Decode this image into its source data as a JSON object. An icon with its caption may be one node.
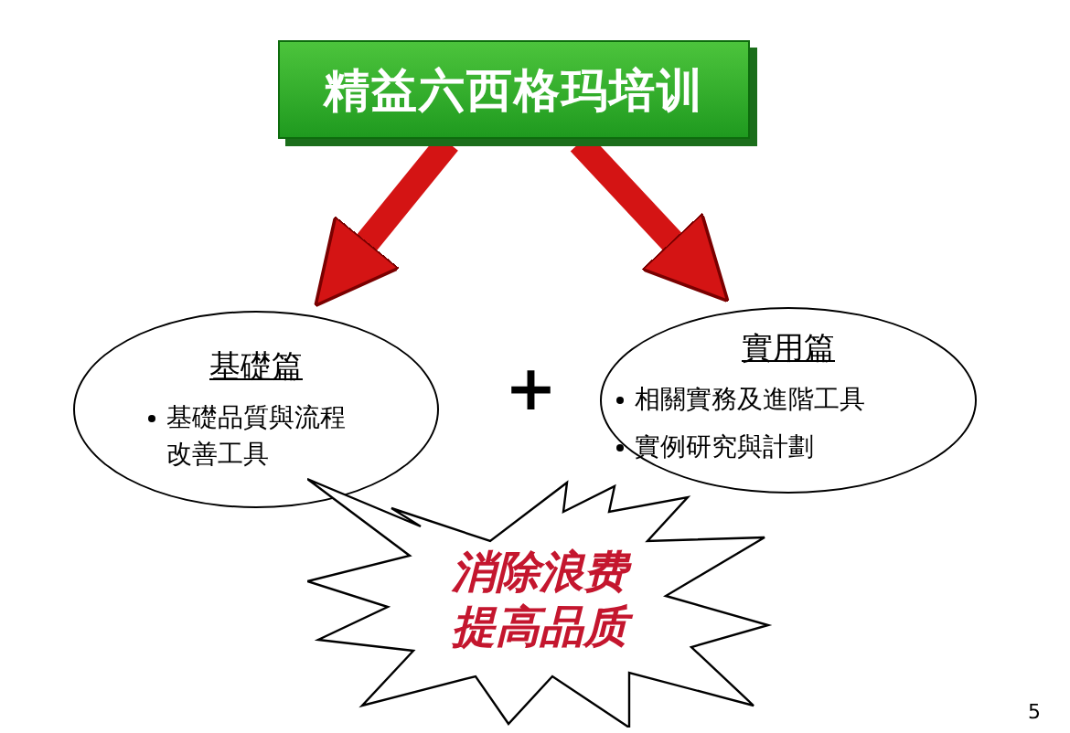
{
  "diagram": {
    "nodes": [
      {
        "text": [
          "精益六西格玛培训"
        ]
      },
      {
        "text": [
          "基礎篇",
          "基礎品質與流程改善工具"
        ]
      },
      {
        "text": [
          "實用篇",
          "相關實務及進階工具",
          "實例研究與計劃"
        ]
      },
      {
        "text": [
          "消除浪费提高品质"
        ]
      }
    ],
    "edges": [
      {
        "from": 0,
        "to": 1,
        "arrow": "to"
      },
      {
        "from": 0,
        "to": 2,
        "arrow": "to"
      }
    ],
    "labels": [
      "+",
      "5"
    ]
  }
}
